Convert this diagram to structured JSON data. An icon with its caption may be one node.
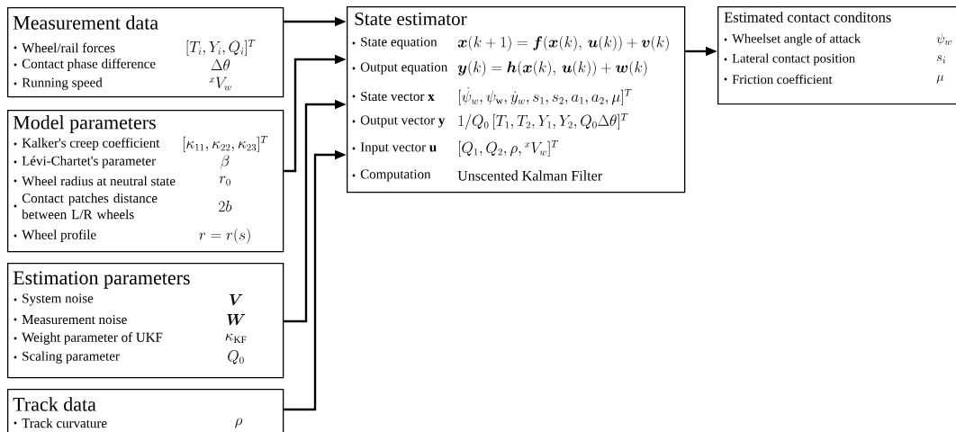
{
  "diagram": {
    "nodes": [
      {
        "text": [
          "Measurement data",
          "Wheel/rail forces",
          "[T_i, Y_i, Q_i]^T",
          "Contact phase difference",
          "\\Delta\\theta",
          "Running speed",
          "{}^{x}V_w"
        ]
      },
      {
        "text": [
          "Model parameters",
          "Kalker's creep coefficient",
          "[\\kappa_{11}, \\kappa_{22}, \\kappa_{23}]^T",
          "Lévi-Chartet's parameter",
          "\\beta",
          "Wheel radius at neutral state",
          "r_0",
          "Contact patches distance between L/R wheels",
          "2b",
          "Wheel profile",
          "r=r(s)"
        ]
      },
      {
        "text": [
          "Estimation parameters",
          "System noise",
          "\\boldsymbol{V}",
          "Measurement noise",
          "\\boldsymbol{W}",
          "Weight parameter of UKF",
          "\\kappa_{\\mathrm{KF}}",
          "Scaling parameter",
          "Q_0"
        ]
      },
      {
        "text": [
          "Track data",
          "Track curvature",
          "\\rho"
        ]
      },
      {
        "text": [
          "State estimator",
          "State equation",
          "\\boldsymbol{x}(k+1) = \\boldsymbol{f}(\\boldsymbol{x}(k),\\, \\boldsymbol{u}(k))+\\boldsymbol{v}(k)",
          "Output equation",
          "\\boldsymbol{y}(k) = \\boldsymbol{h}(\\boldsymbol{x}(k),\\, \\boldsymbol{u}(k))+\\boldsymbol{w}(k)",
          "State vector **x**",
          "[\\dot{\\psi}_w, \\psi_{\\mathrm{w}}, \\dot{y}_w, s_1, s_2, a_1, a_2, \\mu]^T",
          "Output vector **y**",
          "1/Q_0\\,[T_1, T_2, Y_1, Y_2, Q_0\\Delta\\theta]^T",
          "Input vector **u**",
          "[Q_1, Q_2, \\rho, {}^{x}V_w]^T",
          "Computation",
          "\\text{Unscented Kalman Filter}"
        ]
      },
      {
        "text": [
          "Estimated contact conditons",
          "Wheelset angle of attack",
          "\\psi_w",
          "Lateral contact position",
          "s_i",
          "Friction coefficient",
          "\\mu"
        ]
      }
    ],
    "edges": [
      {
        "from": 0,
        "to": 4,
        "arrow": "to"
      },
      {
        "from": 1,
        "to": 4,
        "arrow": "to"
      },
      {
        "from": 2,
        "to": 4,
        "arrow": "to"
      },
      {
        "from": 3,
        "to": 4,
        "arrow": "to"
      },
      {
        "from": 4,
        "to": 5,
        "arrow": "to"
      }
    ]
  }
}
